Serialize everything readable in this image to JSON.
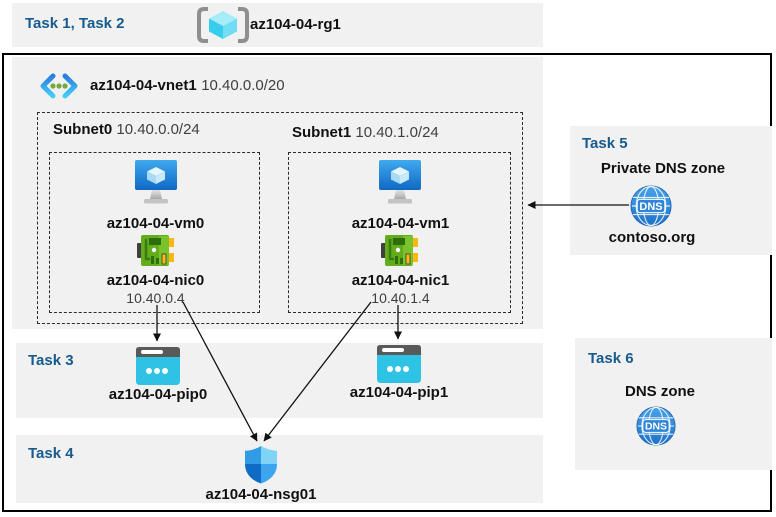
{
  "tasks": {
    "t12": "Task 1, Task 2",
    "t3": "Task 3",
    "t4": "Task 4",
    "t5": "Task 5",
    "t6": "Task 6"
  },
  "resource_group": {
    "name": "az104-04-rg1"
  },
  "vnet": {
    "name": "az104-04-vnet1",
    "cidr": "10.40.0.0/20"
  },
  "subnets": [
    {
      "name": "Subnet0",
      "cidr": "10.40.0.0/24",
      "vm_name": "az104-04-vm0",
      "nic_name": "az104-04-nic0",
      "nic_ip": "10.40.0.4"
    },
    {
      "name": "Subnet1",
      "cidr": "10.40.1.0/24",
      "vm_name": "az104-04-vm1",
      "nic_name": "az104-04-nic1",
      "nic_ip": "10.40.1.4"
    }
  ],
  "public_ips": [
    {
      "name": "az104-04-pip0"
    },
    {
      "name": "az104-04-pip1"
    }
  ],
  "nsg": {
    "name": "az104-04-nsg01"
  },
  "private_dns_zone": {
    "title": "Private DNS zone",
    "name": "contoso.org",
    "icon_text": "DNS"
  },
  "dns_zone": {
    "title": "DNS zone",
    "icon_text": "DNS"
  },
  "icons": {
    "resource_group": "resource-group-icon",
    "virtual_network": "virtual-network-icon",
    "virtual_machine": "vm-icon",
    "network_interface": "nic-icon",
    "public_ip": "public-ip-icon",
    "nsg": "nsg-shield-icon",
    "dns": "dns-globe-icon"
  },
  "colors": {
    "task_label_blue": "#175b8e",
    "panel_gray": "#f1f1f1",
    "frame_black": "#000000",
    "vm_screen_blue": "#2b8fe0",
    "nic_green": "#63ad1d",
    "nic_yellow": "#fdb714",
    "pip_cyan": "#2ec3e4",
    "pip_bar_gray": "#595959",
    "shield_quadrants": [
      "#2f9ce5",
      "#7fd3f7",
      "#0f6cc4",
      "#3da4ef"
    ],
    "dns_globe_blue": "#2f86d6",
    "cube_cyan": "#38cdec",
    "vnet_dot_green": "#75a93f"
  }
}
